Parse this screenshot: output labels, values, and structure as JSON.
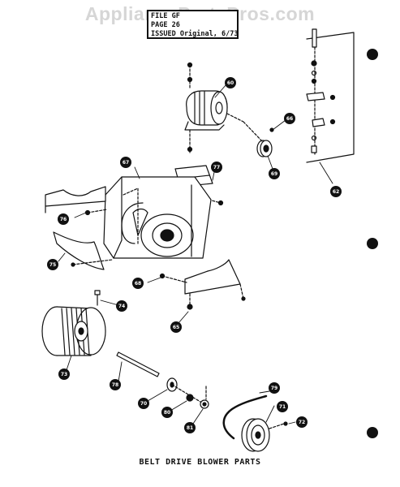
{
  "watermark": "AppliancePartsPros.com",
  "header": {
    "file_line": "FILE  GF",
    "page_line": "PAGE  26",
    "issued_line": "ISSUED Original, 6/73"
  },
  "caption": "BELT DRIVE BLOWER PARTS",
  "callouts": {
    "c60": "60",
    "c66": "66",
    "c69": "69",
    "c62": "62",
    "c67": "67",
    "c77": "77",
    "c76": "76",
    "c75": "75",
    "c68": "68",
    "c74": "74",
    "c65": "65",
    "c73": "73",
    "c78": "78",
    "c70": "70",
    "c80": "80",
    "c81": "81",
    "c79": "79",
    "c71": "71",
    "c72": "72"
  },
  "colors": {
    "ink": "#111111",
    "watermark": "#d6d6d6",
    "background": "#ffffff"
  }
}
